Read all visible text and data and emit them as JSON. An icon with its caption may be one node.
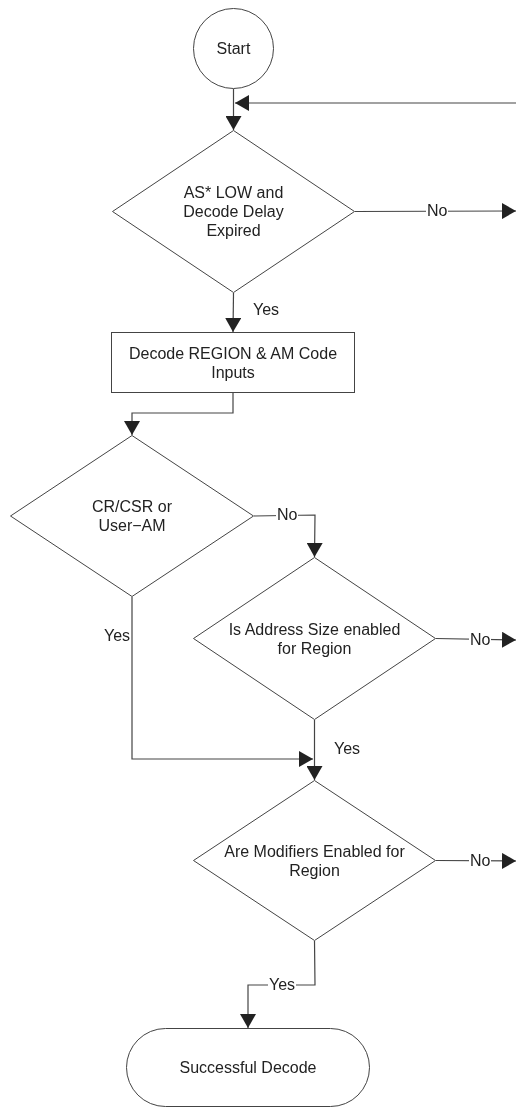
{
  "diagram": {
    "nodes": [
      {
        "text": [
          "Start"
        ]
      },
      {
        "text": [
          "AS* LOW and Decode Delay Expired"
        ]
      },
      {
        "text": [
          "Decode REGION & AM Code Inputs"
        ]
      },
      {
        "text": [
          "CR/CSR or User−AM"
        ]
      },
      {
        "text": [
          "Is Address Size enabled for Region"
        ]
      },
      {
        "text": [
          "Are Modifiers Enabled for Region"
        ]
      },
      {
        "text": [
          "Successful Decode"
        ]
      }
    ],
    "edges": [
      {
        "from": 0,
        "to": 1,
        "arrow": "to"
      },
      {
        "from": null,
        "to": 1,
        "arrow": "to"
      },
      {
        "from": 1,
        "to": null,
        "arrow": "to",
        "label": "No"
      },
      {
        "from": 1,
        "to": 2,
        "arrow": "to",
        "label": "Yes"
      },
      {
        "from": 2,
        "to": 3,
        "arrow": "to"
      },
      {
        "from": 3,
        "to": 4,
        "arrow": "to",
        "label": "No"
      },
      {
        "from": 4,
        "to": null,
        "arrow": "to",
        "label": "No"
      },
      {
        "from": 3,
        "to": 5,
        "arrow": "to",
        "label": "Yes"
      },
      {
        "from": 4,
        "to": 5,
        "arrow": "to",
        "label": "Yes"
      },
      {
        "from": 5,
        "to": null,
        "arrow": "to",
        "label": "No"
      },
      {
        "from": 5,
        "to": 6,
        "arrow": "to",
        "label": "Yes"
      }
    ]
  }
}
